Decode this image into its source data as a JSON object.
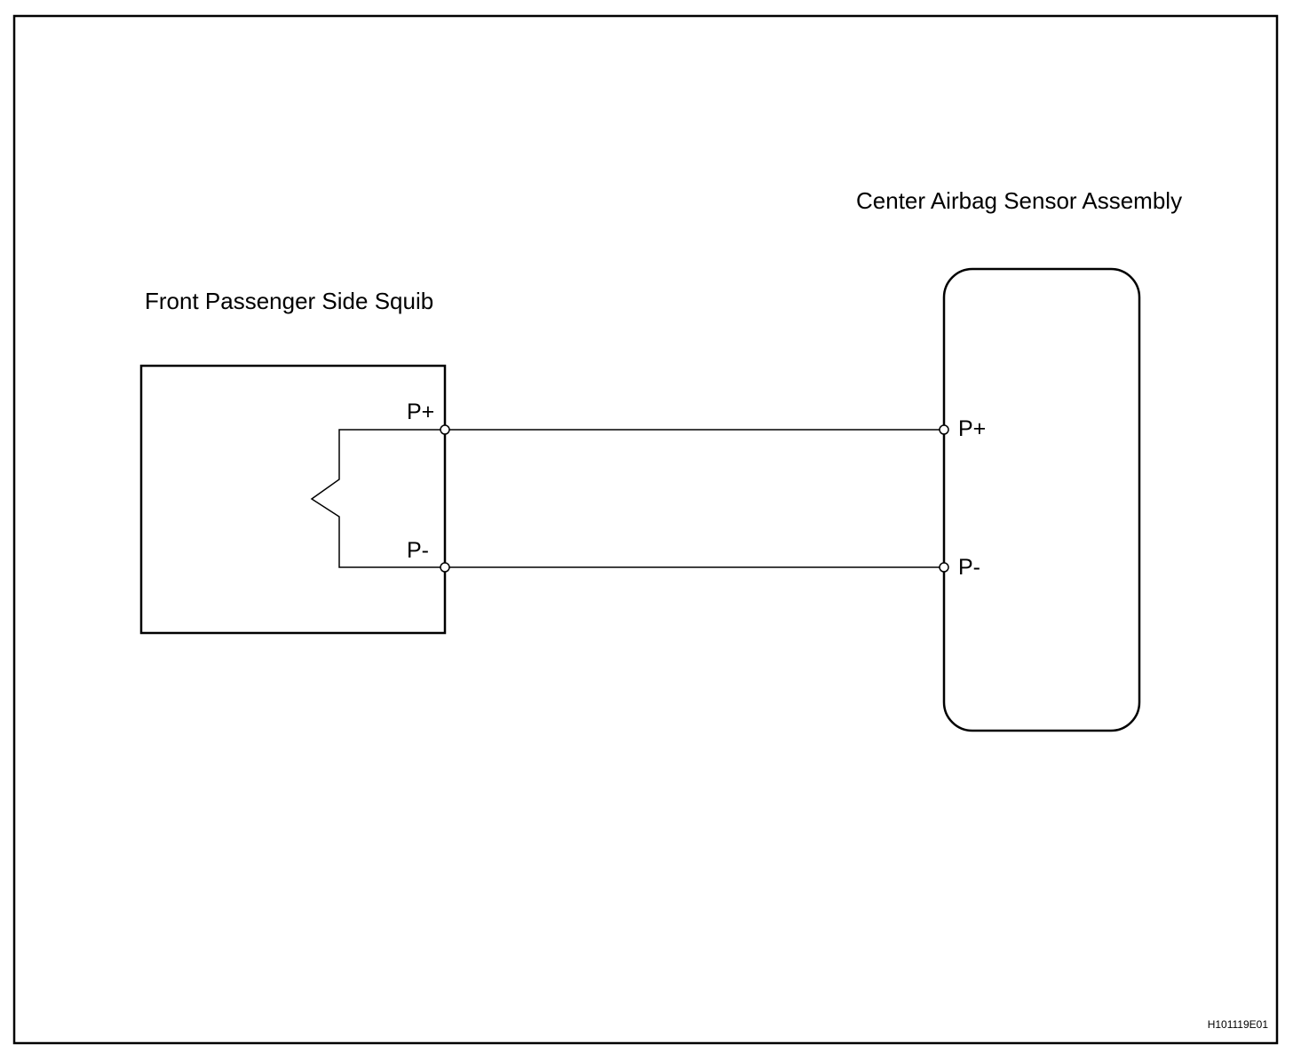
{
  "components": {
    "squib": {
      "label": "Front Passenger Side Squib",
      "pins": {
        "positive": "P+",
        "negative": "P-"
      }
    },
    "sensor": {
      "label": "Center Airbag Sensor Assembly",
      "pins": {
        "positive": "P+",
        "negative": "P-"
      }
    }
  },
  "figure_code": "H101119E01",
  "colors": {
    "line": "#000000",
    "background": "#ffffff"
  }
}
